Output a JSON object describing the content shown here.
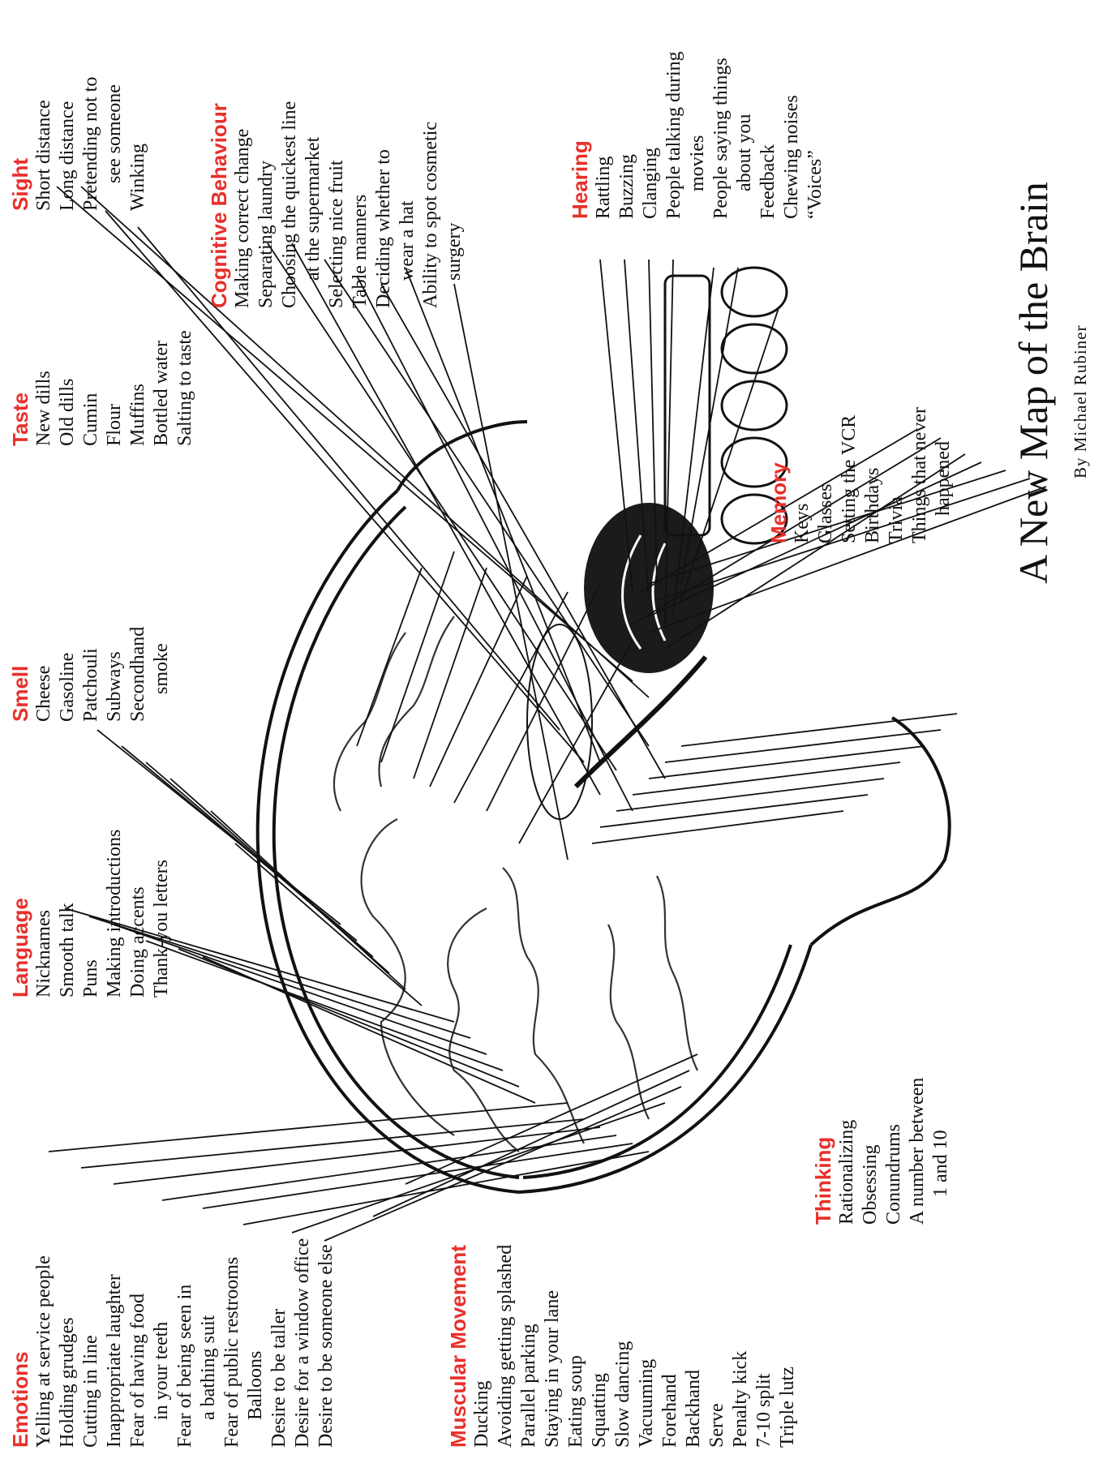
{
  "title": "A New Map of the Brain",
  "byline": "By Michael Rubiner",
  "categories": [
    {
      "name": "Sight",
      "items": [
        "Short distance",
        "Long distance",
        "Pretending not to",
        "see someone",
        "Winking"
      ]
    },
    {
      "name": "Cognitive Behaviour",
      "items": [
        "Making correct change",
        "Separating laundry",
        "Choosing the quickest line",
        "at the supermarket",
        "Selecting nice fruit",
        "Table manners",
        "Deciding whether to",
        "wear a hat",
        "Ability to spot cosmetic",
        "surgery"
      ]
    },
    {
      "name": "Hearing",
      "items": [
        "Rattling",
        "Buzzing",
        "Clanging",
        "People talking during",
        "movies",
        "People saying things",
        "about you",
        "Feedback",
        "Chewing noises",
        "“Voices”"
      ]
    },
    {
      "name": "Taste",
      "items": [
        "New dills",
        "Old dills",
        "Cumin",
        "Flour",
        "Muffins",
        "Bottled water",
        "Salting to taste"
      ]
    },
    {
      "name": "Memory",
      "items": [
        "Keys",
        "Glasses",
        "Setting the VCR",
        "Birthdays",
        "Trivia",
        "Things that never",
        "happened"
      ]
    },
    {
      "name": "Smell",
      "items": [
        "Cheese",
        "Gasoline",
        "Patchouli",
        "Subways",
        "Secondhand",
        "smoke"
      ]
    },
    {
      "name": "Language",
      "items": [
        "Nicknames",
        "Smooth talk",
        "Puns",
        "Making introductions",
        "Doing accents",
        "Thank-you letters"
      ]
    },
    {
      "name": "Emotions",
      "items": [
        "Yelling at service people",
        "Holding grudges",
        "Cutting in line",
        "Inappropriate laughter",
        "Fear of having food",
        "in your teeth",
        "Fear of being seen in",
        "a bathing suit",
        "Fear of public restrooms",
        "Balloons",
        "Desire to be taller",
        "Desire for a window office",
        "Desire to be someone else"
      ]
    },
    {
      "name": "Muscular Movement",
      "items": [
        "Ducking",
        "Avoiding getting splashed",
        "Parallel parking",
        "Staying in your lane",
        "Eating soup",
        "Squatting",
        "Slow dancing",
        "Vacuuming",
        "Forehand",
        "Backhand",
        "Serve",
        "Penalty kick",
        "7-10 split",
        "Triple lutz"
      ]
    },
    {
      "name": "Thinking",
      "items": [
        "Rationalizing",
        "Obsessing",
        "Conundrums",
        "A number between",
        "1 and 10"
      ]
    }
  ]
}
